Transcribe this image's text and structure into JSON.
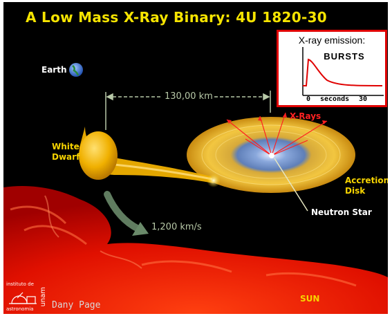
{
  "title": "A Low Mass X-Ray Binary:  4U 1820-30",
  "labels": {
    "earth": "Earth",
    "distance": "130,00 km",
    "white_dwarf_1": "White",
    "white_dwarf_2": "Dwarf",
    "xrays": "X-Rays",
    "accretion_1": "Accretion",
    "accretion_2": "Disk",
    "neutron_star": "Neutron Star",
    "velocity": "1,200 km/s",
    "sun": "SUN"
  },
  "inset": {
    "title": "X-ray emission:",
    "label": "BURSTS",
    "x_start": "0",
    "x_axis": "seconds",
    "x_end": "30"
  },
  "credit": "Dany Page",
  "logo": {
    "line1": "instituto de",
    "line2": "astronomia",
    "side": "unam"
  },
  "colors": {
    "title": "#f6e400",
    "inset_border": "#e00000",
    "burst_curve": "#e00000",
    "star": "#f7c000",
    "disk_core": "#6f8fc8",
    "sun": "#e01000"
  }
}
